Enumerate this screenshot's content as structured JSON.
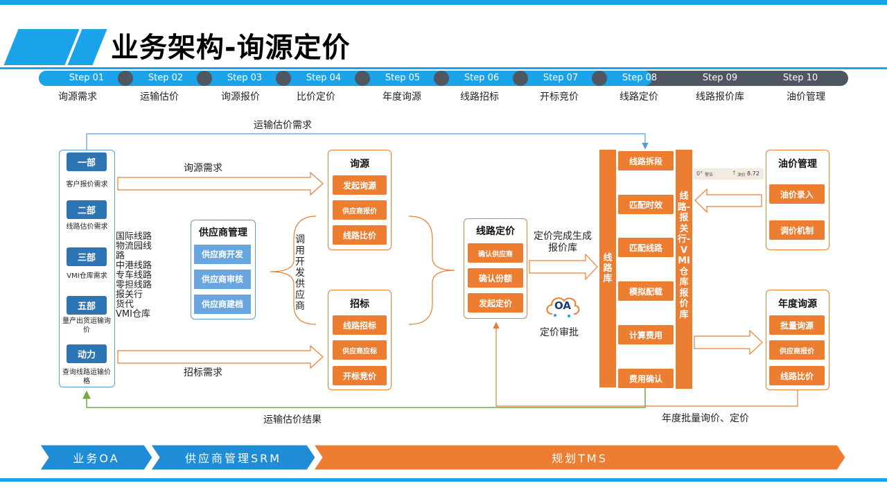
{
  "title": "业务架构-询源定价",
  "steps": [
    {
      "step": "Step 01",
      "name": "询源需求"
    },
    {
      "step": "Step 02",
      "name": "运输估价"
    },
    {
      "step": "Step 03",
      "name": "询源报价"
    },
    {
      "step": "Step 04",
      "name": "比价定价"
    },
    {
      "step": "Step 05",
      "name": "年度询源"
    },
    {
      "step": "Step 06",
      "name": "线路招标"
    },
    {
      "step": "Step 07",
      "name": "开标竞价"
    },
    {
      "step": "Step 08",
      "name": "线路定价"
    },
    {
      "step": "Step 09",
      "name": "线路报价库"
    },
    {
      "step": "Step 10",
      "name": "油价管理"
    }
  ],
  "departments": [
    {
      "name": "一部",
      "desc": "客户报价需求"
    },
    {
      "name": "二部",
      "desc": "线路估价需求"
    },
    {
      "name": "三部",
      "desc": "VMI仓库需求"
    },
    {
      "name": "五部",
      "desc": "量产出货运输询价"
    },
    {
      "name": "动力",
      "desc": "查询线路运输价格"
    }
  ],
  "route_types": [
    "国际线路",
    "物流园线路",
    "中港线路",
    "专车线路",
    "零担线路",
    "报关行",
    "货代",
    "VMI仓库"
  ],
  "supplier_mgmt": {
    "title": "供应商管理",
    "items": [
      "供应商开发",
      "供应商审核",
      "供应商建档"
    ]
  },
  "call_supplier": "调用开发供应商",
  "inquiry_box": {
    "title": "询源",
    "items": [
      "发起询源",
      "供应商报价",
      "线路比价"
    ]
  },
  "tender_box": {
    "title": "招标",
    "items": [
      "线路招标",
      "供应商应标",
      "开标竞价"
    ]
  },
  "pricing_box": {
    "title": "线路定价",
    "items": [
      "确认供应商",
      "确认份额",
      "发起定价"
    ]
  },
  "route_lib": "线路库",
  "pipeline": [
    "线路拆段",
    "匹配时效",
    "匹配线路",
    "模拟配载",
    "计算费用",
    "费用确认"
  ],
  "quote_lib": "线路-报关行-VMI仓库报价库",
  "oil_box": {
    "title": "油价管理",
    "items": [
      "油价录入",
      "调价机制"
    ]
  },
  "annual_box": {
    "title": "年度询源",
    "items": [
      "批量询源",
      "供应商报价",
      "线路比价"
    ]
  },
  "oil_widget": {
    "left": "0°",
    "left_sub": "警告",
    "arrow": "↑",
    "mid": "油价",
    "value": "8.72"
  },
  "labels": {
    "transport_demand": "运输估价需求",
    "inquiry_demand": "询源需求",
    "tender_demand": "招标需求",
    "pricing_done": "定价完成生成报价库",
    "oa": "OA",
    "oa_approval": "定价审批",
    "transport_result": "运输估价结果",
    "annual_batch": "年度批量询价、定价"
  },
  "bottom": [
    "业务OA",
    "供应商管理SRM",
    "规划TMS"
  ],
  "colors": {
    "blue": "#1aa3e8",
    "orange": "#ed7d31",
    "dept_blue": "#2e75b6",
    "light_blue": "#6aa6de",
    "green": "#70ad47"
  }
}
